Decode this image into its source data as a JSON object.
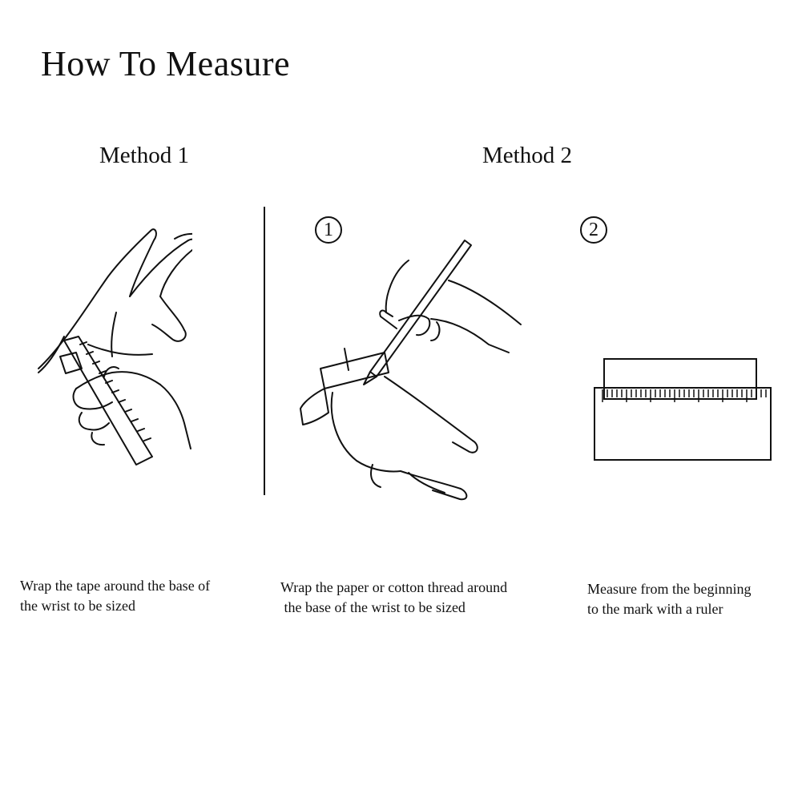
{
  "page": {
    "title": "How To Measure"
  },
  "method1": {
    "heading": "Method 1",
    "caption_line1": "Wrap the tape around the base of",
    "caption_line2": "the wrist to be sized"
  },
  "method2": {
    "heading": "Method 2",
    "step1": {
      "badge": "1",
      "caption_line1": "Wrap the paper or cotton thread around",
      "caption_line2": " the base of the wrist to be sized"
    },
    "step2": {
      "badge": "2",
      "caption_line1": "Measure from the beginning",
      "caption_line2": "to the mark with a ruler"
    }
  },
  "icons": {
    "method1_illustration": "hand-with-measuring-tape-icon",
    "step1_illustration": "hand-marking-paper-strip-icon",
    "step2_illustration": "paper-strip-on-ruler-icon"
  },
  "colors": {
    "ink": "#111111",
    "background": "#ffffff"
  }
}
